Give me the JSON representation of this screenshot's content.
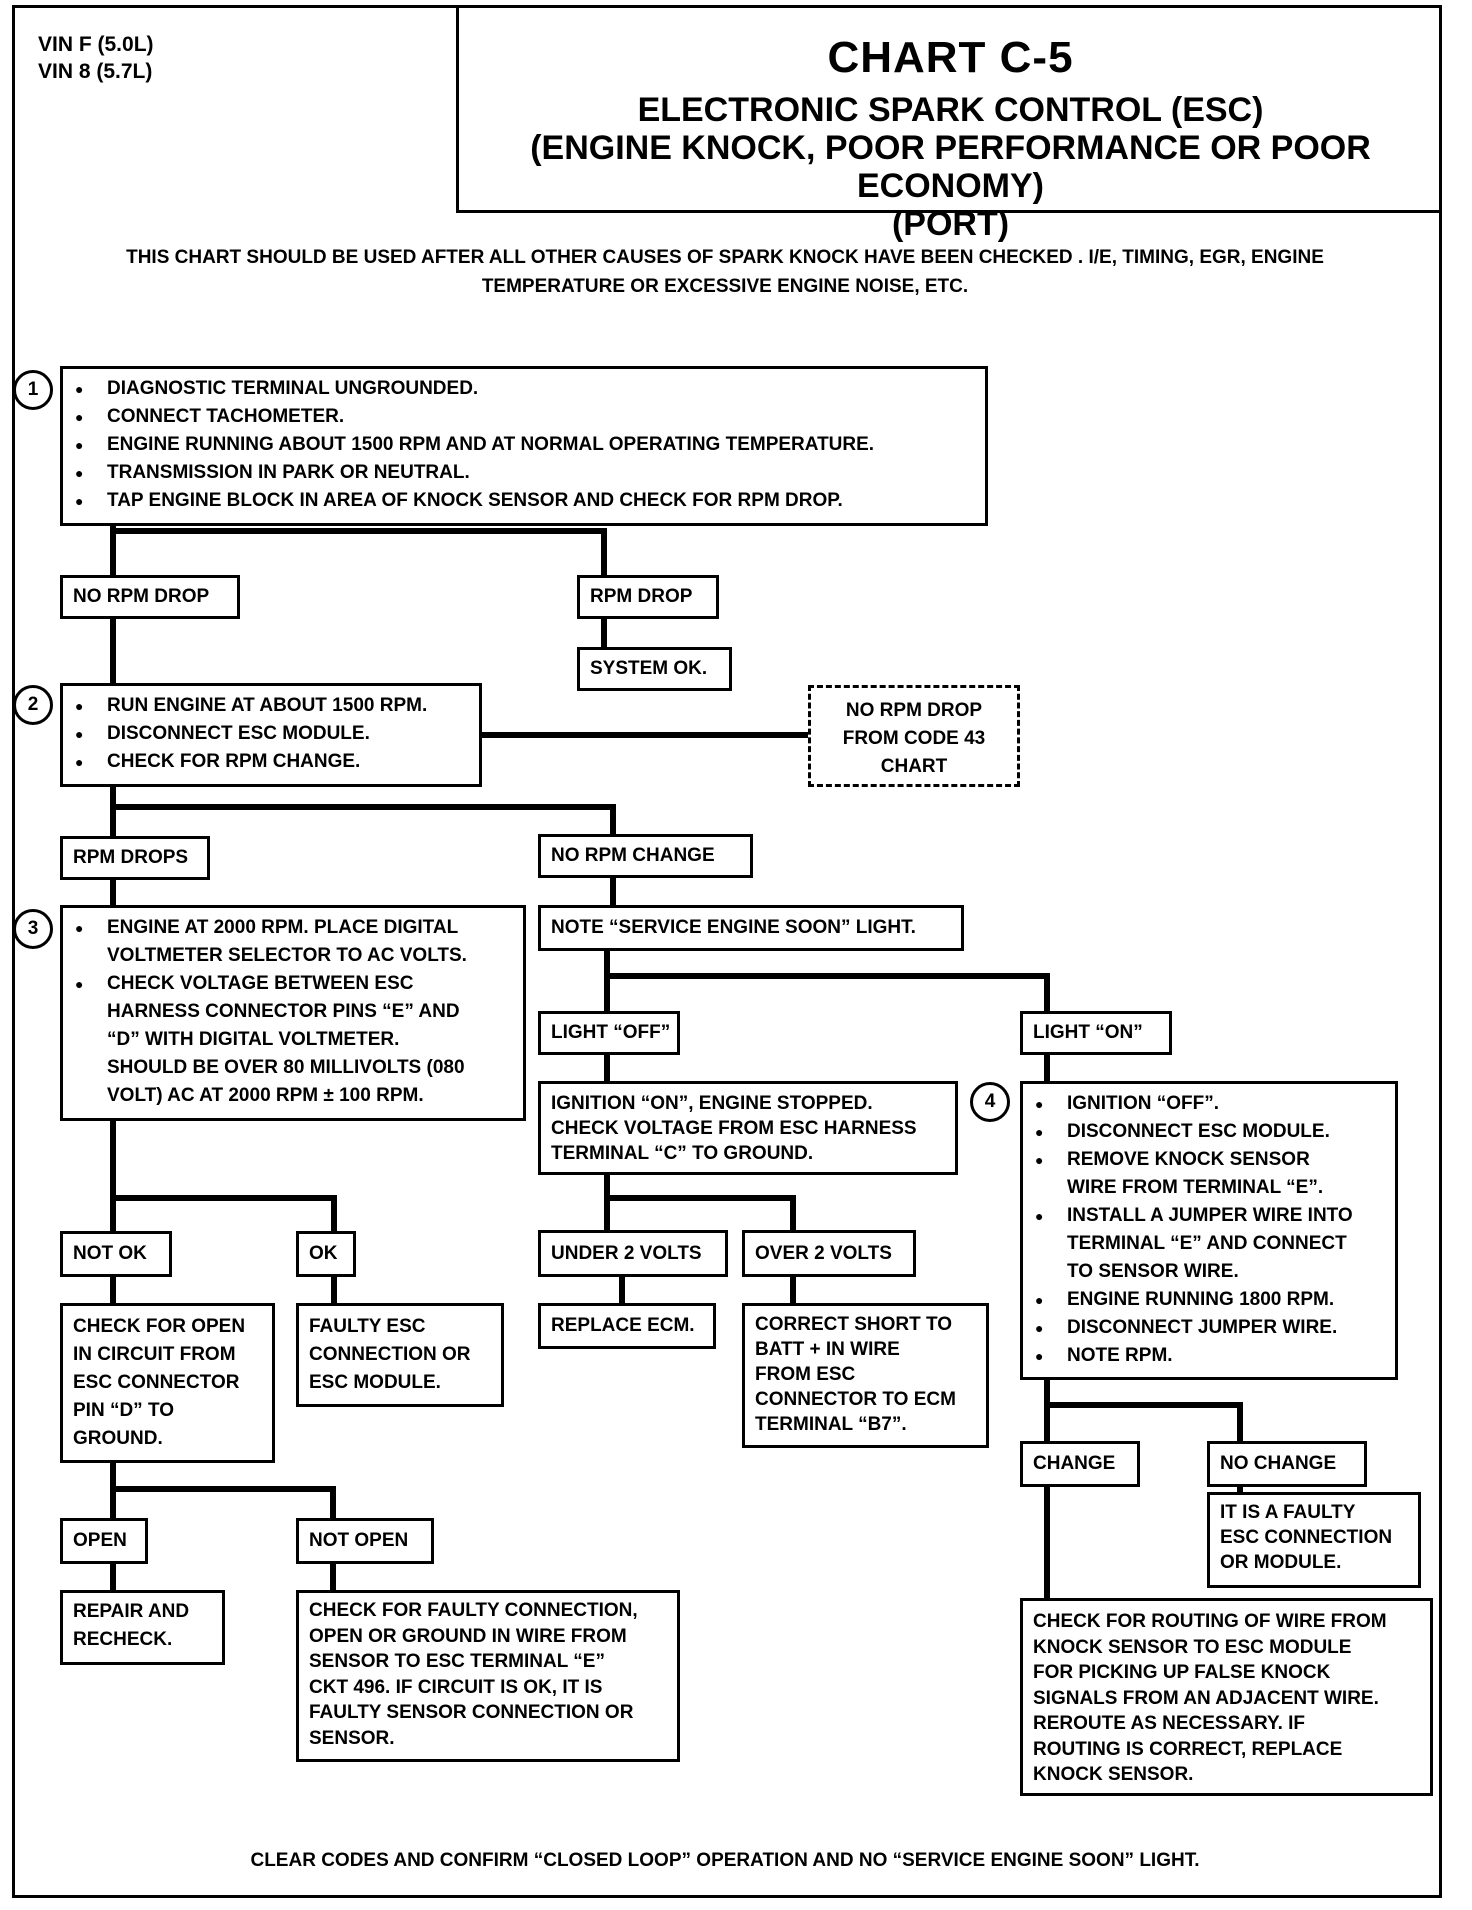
{
  "vin_lines": [
    "VIN F (5.0L)",
    "VIN 8 (5.7L)"
  ],
  "title": "CHART C-5",
  "subtitle_lines": [
    "ELECTRONIC SPARK CONTROL (ESC)",
    "(ENGINE KNOCK, POOR PERFORMANCE OR POOR ECONOMY)",
    "(PORT)"
  ],
  "intro_lines": [
    "THIS CHART SHOULD BE USED AFTER ALL OTHER CAUSES OF SPARK KNOCK HAVE BEEN CHECKED . I/E, TIMING, EGR, ENGINE",
    "TEMPERATURE OR EXCESSIVE ENGINE NOISE, ETC."
  ],
  "steps": {
    "step1": {
      "number": "1",
      "bullets": [
        "DIAGNOSTIC TERMINAL UNGROUNDED.",
        "CONNECT TACHOMETER.",
        "ENGINE RUNNING ABOUT 1500 RPM AND AT NORMAL OPERATING TEMPERATURE.",
        "TRANSMISSION IN PARK OR NEUTRAL.",
        "TAP ENGINE BLOCK IN AREA OF KNOCK SENSOR AND CHECK FOR RPM DROP."
      ]
    },
    "step2": {
      "number": "2",
      "bullets": [
        "RUN ENGINE AT ABOUT 1500 RPM.",
        "DISCONNECT ESC MODULE.",
        "CHECK FOR RPM CHANGE."
      ]
    },
    "step3": {
      "number": "3",
      "bullets": [
        [
          "ENGINE AT 2000 RPM.  PLACE DIGITAL",
          "VOLTMETER SELECTOR TO AC VOLTS."
        ],
        [
          "CHECK VOLTAGE BETWEEN ESC",
          "HARNESS CONNECTOR PINS “E” AND",
          "“D” WITH DIGITAL VOLTMETER.",
          "SHOULD BE OVER 80 MILLIVOLTS (080",
          "VOLT) AC AT 2000 RPM ± 100 RPM."
        ]
      ]
    },
    "step4": {
      "number": "4",
      "bullets": [
        [
          "IGNITION “OFF”."
        ],
        [
          "DISCONNECT ESC MODULE."
        ],
        [
          "REMOVE KNOCK SENSOR",
          "WIRE FROM TERMINAL “E”."
        ],
        [
          "INSTALL A JUMPER WIRE INTO",
          "TERMINAL “E” AND CONNECT",
          "TO SENSOR WIRE."
        ],
        [
          "ENGINE RUNNING 1800 RPM."
        ],
        [
          "DISCONNECT JUMPER WIRE."
        ],
        [
          "NOTE RPM."
        ]
      ]
    }
  },
  "labels": {
    "no_rpm_drop": "NO RPM DROP",
    "rpm_drop": "RPM DROP",
    "system_ok": "SYSTEM OK.",
    "rpm_drops": "RPM DROPS",
    "no_rpm_change": "NO RPM CHANGE",
    "note_ses": "NOTE “SERVICE ENGINE SOON” LIGHT.",
    "light_off": "LIGHT “OFF”",
    "light_on": "LIGHT “ON”",
    "not_ok": "NOT OK",
    "ok": "OK",
    "under_2v": "UNDER 2 VOLTS",
    "over_2v": "OVER 2 VOLTS",
    "replace_ecm": "REPLACE ECM.",
    "open": "OPEN",
    "not_open": "NOT OPEN",
    "change": "CHANGE",
    "no_change": "NO CHANGE"
  },
  "text_boxes": {
    "code43": [
      "NO RPM DROP",
      "FROM CODE 43",
      "CHART"
    ],
    "ignition_on": [
      "IGNITION “ON”, ENGINE STOPPED.",
      "CHECK VOLTAGE FROM ESC HARNESS",
      "TERMINAL “C” TO GROUND."
    ],
    "check_open": [
      "CHECK FOR OPEN",
      "IN CIRCUIT FROM",
      "ESC CONNECTOR",
      "PIN “D” TO",
      "GROUND."
    ],
    "faulty_esc": [
      "FAULTY ESC",
      "CONNECTION OR",
      "ESC MODULE."
    ],
    "correct_short": [
      "CORRECT SHORT TO",
      "BATT +  IN WIRE",
      "FROM ESC",
      "CONNECTOR TO ECM",
      "TERMINAL “B7”."
    ],
    "repair": [
      "REPAIR  AND",
      "RECHECK."
    ],
    "faulty_connection": [
      "CHECK FOR FAULTY CONNECTION,",
      "OPEN OR GROUND IN WIRE FROM",
      "SENSOR TO ESC TERMINAL “E”",
      "CKT 496.  IF CIRCUIT IS OK, IT IS",
      "FAULTY SENSOR CONNECTION OR",
      "SENSOR."
    ],
    "faulty_module": [
      "IT IS A FAULTY",
      "ESC CONNECTION",
      "OR MODULE."
    ],
    "check_routing": [
      "CHECK FOR ROUTING OF WIRE FROM",
      "KNOCK SENSOR TO ESC MODULE",
      "FOR PICKING UP FALSE KNOCK",
      "SIGNALS FROM AN ADJACENT WIRE.",
      "REROUTE AS NECESSARY.  IF",
      "ROUTING IS CORRECT, REPLACE",
      "KNOCK SENSOR."
    ]
  },
  "footer": "CLEAR CODES AND CONFIRM “CLOSED LOOP” OPERATION AND NO “SERVICE ENGINE SOON” LIGHT."
}
